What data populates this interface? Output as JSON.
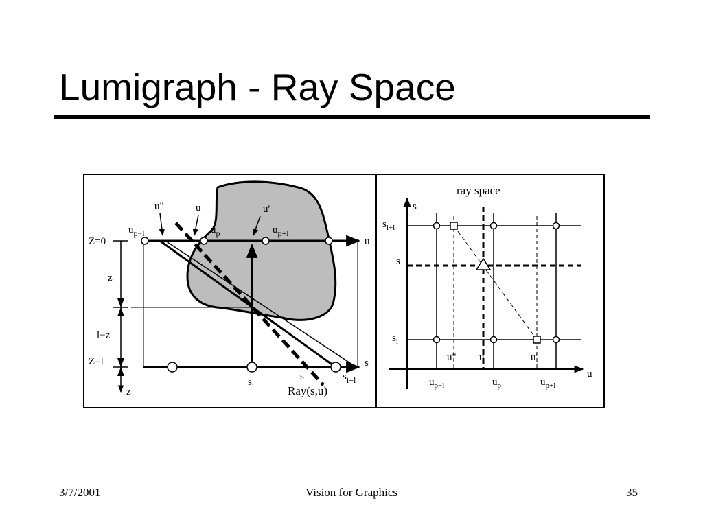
{
  "slide": {
    "title": "Lumigraph - Ray Space",
    "footer": {
      "date": "3/7/2001",
      "center": "Vision for Graphics",
      "page": "35"
    }
  },
  "left_diagram": {
    "labels": {
      "u_double_prime": "u\"",
      "u": "u",
      "u_prime": "u'",
      "u_p_minus_1": "u",
      "u_p_minus_1_sub": "p−l",
      "u_p": "u",
      "u_p_sub": "p",
      "u_p_plus_1": "u",
      "u_p_plus_1_sub": "p+l",
      "u_axis": "u",
      "s_axis": "s",
      "z_axis": "z",
      "z_eq_0": "Z=0",
      "z_eq_1": "Z=l",
      "z_gap": "z",
      "one_minus_z": "l−z",
      "s_i": "s",
      "s_i_sub": "i",
      "s": "s",
      "s_i_plus_1": "s",
      "s_i_plus_1_sub": "i+l",
      "ray": "Ray(s,u)"
    }
  },
  "right_diagram": {
    "labels": {
      "title": "ray space",
      "s_axis": "s",
      "u_axis": "u",
      "s_i_plus_1": "s",
      "s_i_plus_1_sub": "i+l",
      "s": "s",
      "s_i": "s",
      "s_i_sub": "i",
      "u_double_prime": "u\"",
      "u": "u",
      "u_prime": "u'",
      "u_p_minus_1": "u",
      "u_p_minus_1_sub": "p−l",
      "u_p": "u",
      "u_p_sub": "p",
      "u_p_plus_1": "u",
      "u_p_plus_1_sub": "p+l"
    }
  },
  "colors": {
    "object_fill": "#bdbdbd",
    "ink": "#000000"
  }
}
